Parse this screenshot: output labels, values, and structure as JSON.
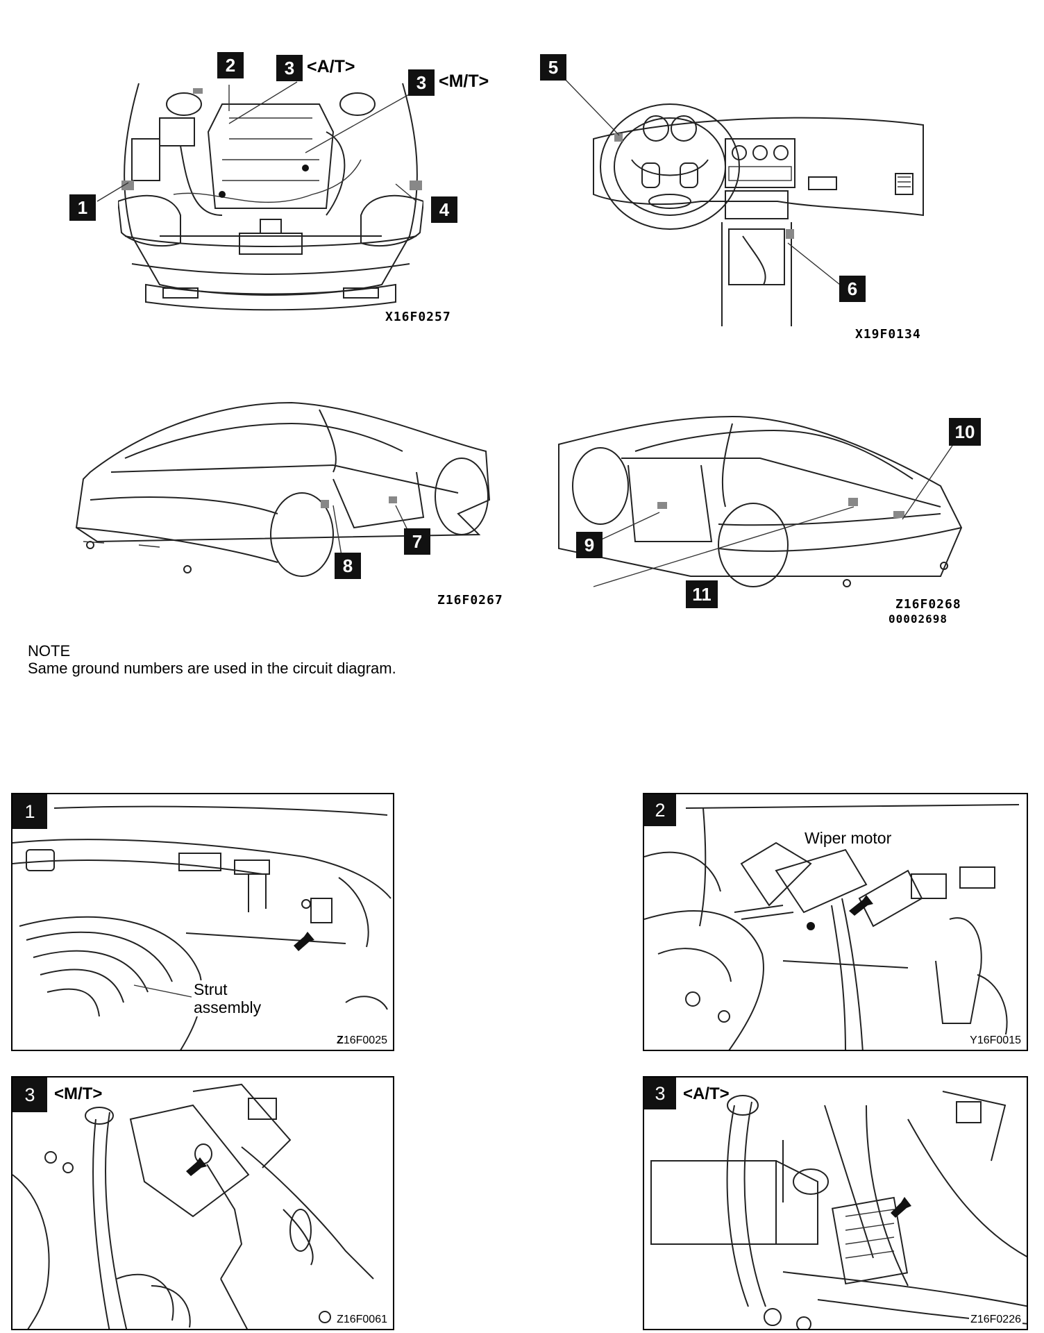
{
  "views": {
    "engine_bay": {
      "code": "X16F0257",
      "callouts": [
        {
          "num": "1"
        },
        {
          "num": "2"
        },
        {
          "num": "3",
          "tag": "<A/T>"
        },
        {
          "num": "3",
          "tag": "<M/T>"
        },
        {
          "num": "4"
        }
      ]
    },
    "dashboard": {
      "code": "X19F0134",
      "callouts": [
        {
          "num": "5"
        },
        {
          "num": "6"
        }
      ]
    },
    "rear_left": {
      "code": "Z16F0267",
      "callouts": [
        {
          "num": "7"
        },
        {
          "num": "8"
        }
      ]
    },
    "rear_right": {
      "code": "Z16F0268",
      "code2": "00002698",
      "callouts": [
        {
          "num": "9"
        },
        {
          "num": "10"
        },
        {
          "num": "11"
        }
      ]
    }
  },
  "note": {
    "heading": "NOTE",
    "text": "Same ground numbers are used in the circuit diagram."
  },
  "details": [
    {
      "num": "1",
      "labels": [
        "Strut",
        "assembly"
      ],
      "code_prefix": "Z",
      "code": "16F0025"
    },
    {
      "num": "2",
      "labels": [
        "Wiper motor"
      ],
      "code": "Y16F0015"
    },
    {
      "num": "3",
      "tag": "<M/T>",
      "code": "Z16F0061"
    },
    {
      "num": "3",
      "tag": "<A/T>",
      "code": "Z16F0226"
    }
  ]
}
